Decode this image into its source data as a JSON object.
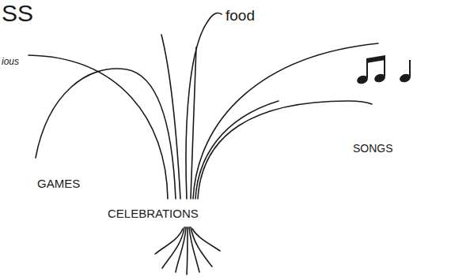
{
  "diagram": {
    "title": "SS",
    "labels": [
      "ious",
      "food",
      "GAMES",
      "SONGS",
      "CELEBRATIONS"
    ]
  }
}
